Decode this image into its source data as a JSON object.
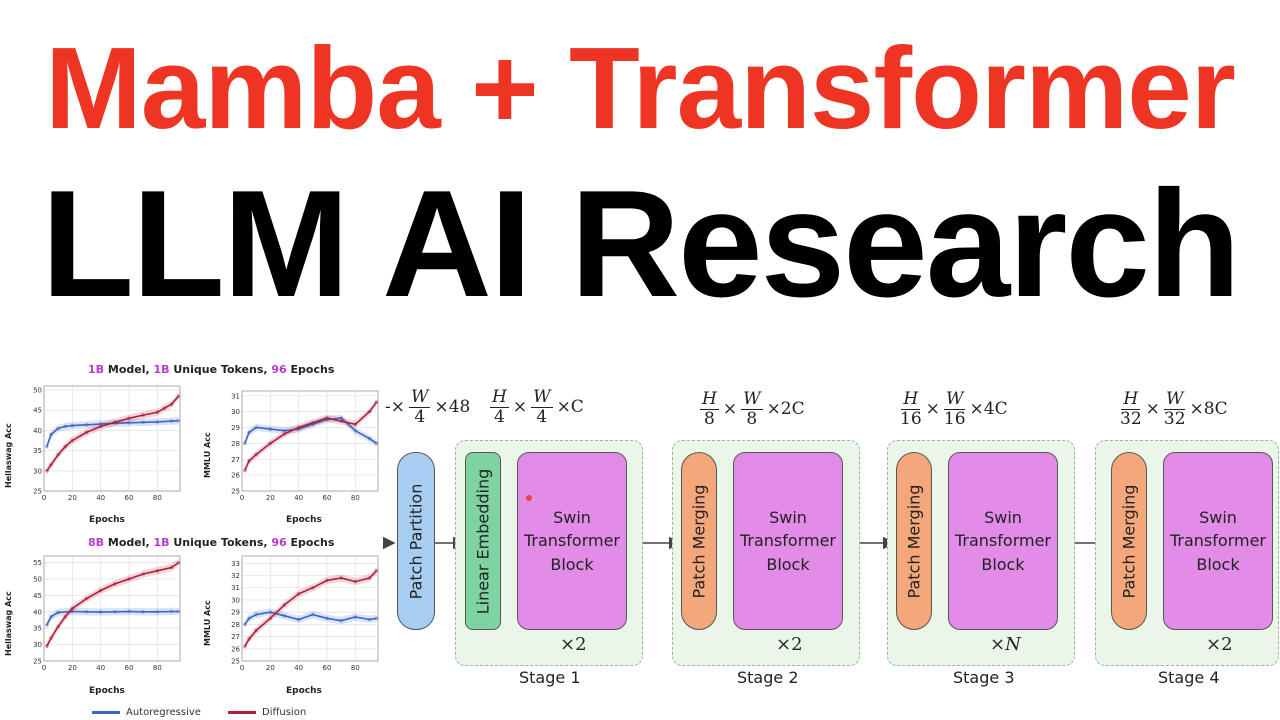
{
  "headline": {
    "line1": "Mamba + Transformer",
    "line1_color": "#ee3524",
    "line2": "LLM AI Research",
    "line2_color": "#000000"
  },
  "left_figure": {
    "captions": [
      {
        "size": "1B",
        "mid": " Model, ",
        "tokens": "1B",
        "tail": " Unique Tokens, ",
        "epochs": "96",
        "end": " Epochs"
      },
      {
        "size": "8B",
        "mid": " Model, ",
        "tokens": "1B",
        "tail": " Unique Tokens, ",
        "epochs": "96",
        "end": " Epochs"
      }
    ],
    "x_label": "Epochs",
    "legend": [
      {
        "name": "Autoregressive",
        "color": "#3a66c8"
      },
      {
        "name": "Diffusion",
        "color": "#b0203a"
      }
    ]
  },
  "chart_data": [
    {
      "type": "line",
      "title": "",
      "xlabel": "Epochs",
      "ylabel": "Hellaswag Acc",
      "xlim": [
        0,
        96
      ],
      "ylim": [
        25,
        51
      ],
      "xticks": [
        0,
        20,
        40,
        60,
        80
      ],
      "yticks": [
        25,
        30,
        35,
        40,
        45,
        50
      ],
      "series": [
        {
          "name": "Autoregressive",
          "x": [
            2,
            5,
            10,
            15,
            20,
            30,
            40,
            50,
            60,
            70,
            80,
            90,
            95
          ],
          "y": [
            36,
            39,
            40.5,
            41,
            41.2,
            41.4,
            41.6,
            41.8,
            41.9,
            42,
            42.1,
            42.3,
            42.4
          ]
        },
        {
          "name": "Diffusion",
          "x": [
            2,
            5,
            10,
            15,
            20,
            30,
            40,
            50,
            60,
            70,
            80,
            85,
            90,
            95
          ],
          "y": [
            30,
            31.5,
            34,
            36,
            37.5,
            39.5,
            41,
            42,
            43,
            43.8,
            44.5,
            45.5,
            46.5,
            48.5
          ]
        }
      ]
    },
    {
      "type": "line",
      "title": "",
      "xlabel": "Epochs",
      "ylabel": "MMLU Acc",
      "xlim": [
        0,
        96
      ],
      "ylim": [
        25,
        31.3
      ],
      "xticks": [
        0,
        20,
        40,
        60,
        80
      ],
      "yticks": [
        25,
        26,
        27,
        28,
        29,
        30,
        31
      ],
      "series": [
        {
          "name": "Autoregressive",
          "x": [
            2,
            5,
            10,
            20,
            30,
            40,
            50,
            60,
            70,
            80,
            90,
            95
          ],
          "y": [
            28,
            28.7,
            29,
            28.9,
            28.8,
            28.9,
            29.2,
            29.5,
            29.6,
            28.8,
            28.3,
            28
          ]
        },
        {
          "name": "Diffusion",
          "x": [
            2,
            5,
            10,
            20,
            30,
            40,
            50,
            60,
            70,
            80,
            90,
            95
          ],
          "y": [
            26.3,
            26.9,
            27.3,
            28,
            28.6,
            29,
            29.3,
            29.6,
            29.4,
            29.2,
            30,
            30.6
          ]
        }
      ]
    },
    {
      "type": "line",
      "title": "",
      "xlabel": "Epochs",
      "ylabel": "Hellaswag Acc",
      "xlim": [
        0,
        96
      ],
      "ylim": [
        25,
        57
      ],
      "xticks": [
        0,
        20,
        40,
        60,
        80
      ],
      "yticks": [
        25,
        30,
        35,
        40,
        45,
        50,
        55
      ],
      "series": [
        {
          "name": "Autoregressive",
          "x": [
            2,
            5,
            10,
            20,
            30,
            40,
            50,
            60,
            70,
            80,
            90,
            95
          ],
          "y": [
            36,
            38.5,
            39.8,
            40.1,
            40,
            39.9,
            40,
            40.1,
            40,
            40,
            40.1,
            40.1
          ]
        },
        {
          "name": "Diffusion",
          "x": [
            2,
            5,
            10,
            15,
            20,
            30,
            40,
            50,
            60,
            70,
            80,
            90,
            95
          ],
          "y": [
            29.5,
            32,
            35.5,
            38.5,
            41,
            44,
            46.5,
            48.5,
            50,
            51.5,
            52.5,
            53.5,
            55
          ]
        }
      ]
    },
    {
      "type": "line",
      "title": "",
      "xlabel": "Epochs",
      "ylabel": "MMLU Acc",
      "xlim": [
        0,
        96
      ],
      "ylim": [
        25,
        33.6
      ],
      "xticks": [
        0,
        20,
        40,
        60,
        80
      ],
      "yticks": [
        25,
        26,
        27,
        28,
        29,
        30,
        31,
        32,
        33
      ],
      "series": [
        {
          "name": "Autoregressive",
          "x": [
            2,
            5,
            10,
            20,
            30,
            40,
            50,
            60,
            70,
            80,
            90,
            95
          ],
          "y": [
            28,
            28.5,
            28.8,
            29,
            28.7,
            28.4,
            28.8,
            28.5,
            28.3,
            28.6,
            28.4,
            28.5
          ]
        },
        {
          "name": "Diffusion",
          "x": [
            2,
            5,
            10,
            20,
            30,
            40,
            50,
            60,
            70,
            80,
            90,
            95
          ],
          "y": [
            26.2,
            26.8,
            27.5,
            28.5,
            29.6,
            30.5,
            31,
            31.6,
            31.8,
            31.5,
            31.8,
            32.4
          ]
        }
      ]
    }
  ],
  "architecture": {
    "dims": [
      {
        "pre": "-×",
        "num": "W",
        "den": "4",
        "post": "×48"
      },
      {
        "num1": "H",
        "den1": "4",
        "num2": "W",
        "den2": "4",
        "post": "×C"
      },
      {
        "num1": "H",
        "den1": "8",
        "num2": "W",
        "den2": "8",
        "post": "×2C"
      },
      {
        "num1": "H",
        "den1": "16",
        "num2": "W",
        "den2": "16",
        "post": "×4C"
      },
      {
        "num1": "H",
        "den1": "32",
        "num2": "W",
        "den2": "32",
        "post": "×8C"
      }
    ],
    "patch_partition": "Patch Partition",
    "linear_embedding": "Linear Embedding",
    "patch_merging": "Patch Merging",
    "swin_line1": "Swin",
    "swin_line2": "Transformer",
    "swin_line3": "Block",
    "repeats": [
      "×2",
      "×2",
      "×N",
      "×2"
    ],
    "stages": [
      "Stage 1",
      "Stage 2",
      "Stage 3",
      "Stage 4"
    ],
    "colors": {
      "patch_partition": "#a8cdf2",
      "linear_embedding": "#7fd3a0",
      "patch_merging": "#f4a77a",
      "swin_block": "#e28ce8",
      "stage_bg": "#eaf7e8"
    }
  }
}
